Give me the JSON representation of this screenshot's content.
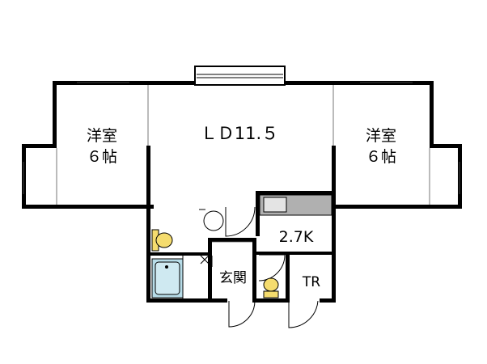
{
  "rooms": {
    "western_left": {
      "name": "洋室",
      "size": "６帖"
    },
    "ld": {
      "label": "ＬＤ11.５"
    },
    "western_right": {
      "name": "洋室",
      "size": "６帖"
    },
    "kitchen": {
      "label": "2.7K"
    },
    "entrance": {
      "label": "玄関"
    },
    "trunk_room": {
      "label": "TR"
    }
  },
  "colors": {
    "wall": "#000000",
    "background": "#ffffff",
    "toilet": "#f5dc6e",
    "bath": "#b7dce8",
    "sink": "#b0b0b0",
    "sink_bowl": "#e4e4e4"
  },
  "fixtures": [
    "toilet-icon",
    "bathtub-icon",
    "kitchen-sink-icon",
    "washbasin-icon",
    "washer-icon"
  ]
}
